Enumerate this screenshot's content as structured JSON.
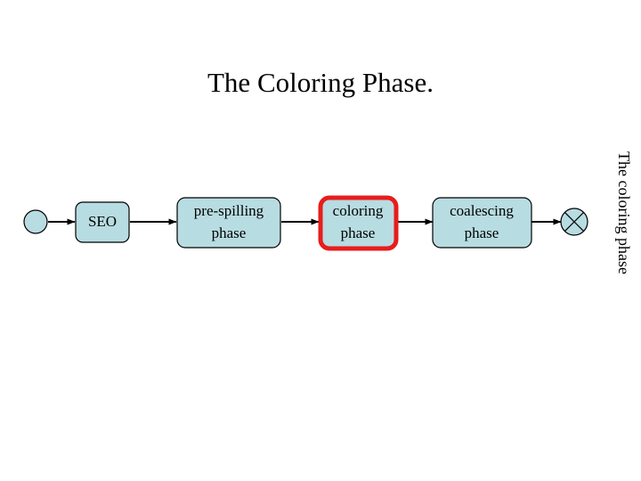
{
  "slide": {
    "title": "The Coloring Phase.",
    "side_label": "The coloring phase",
    "background_color": "#ffffff"
  },
  "colors": {
    "node_fill": "#b7dce1",
    "node_stroke": "#000000",
    "highlight_stroke": "#e81c1c",
    "flow_line": "#000000",
    "text": "#000000"
  },
  "diagram": {
    "type": "flow",
    "start_node": {
      "name": "start",
      "shape": "circle"
    },
    "end_node": {
      "name": "terminate",
      "shape": "circle-with-cross"
    },
    "nodes": [
      {
        "id": "seo",
        "label_line1": "SEO",
        "label_line2": "",
        "highlighted": false
      },
      {
        "id": "pre-spilling",
        "label_line1": "pre-spilling",
        "label_line2": "phase",
        "highlighted": false
      },
      {
        "id": "coloring",
        "label_line1": "coloring",
        "label_line2": "phase",
        "highlighted": true
      },
      {
        "id": "coalescing",
        "label_line1": "coalescing",
        "label_line2": "phase",
        "highlighted": false
      }
    ]
  }
}
